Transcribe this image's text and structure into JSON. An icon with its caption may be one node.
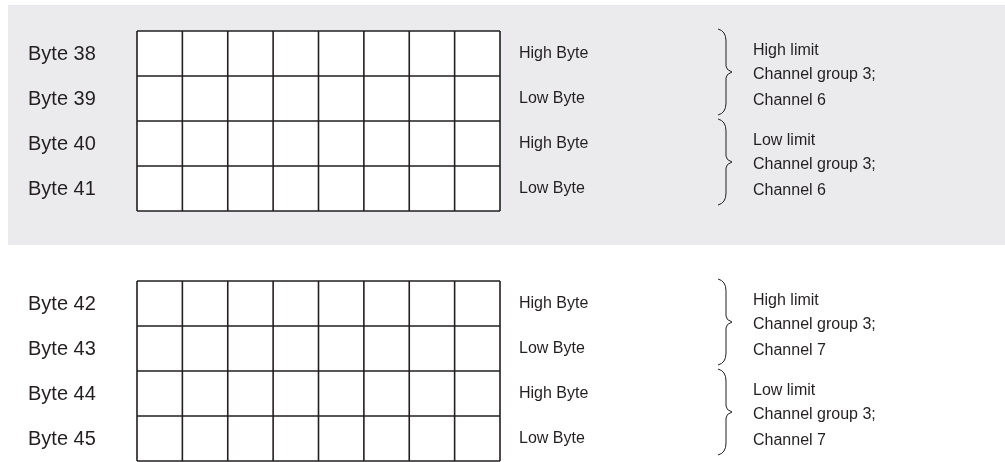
{
  "diagram": {
    "labels": [
      "Byte 38",
      "High Byte",
      "High limit",
      "Channel group 3; Channel 6",
      "Byte 39",
      "Low Byte",
      "Byte 40",
      "High Byte",
      "Low limit",
      "Channel group 3; Channel 6",
      "Byte 41",
      "Low Byte",
      "Byte 42",
      "High Byte",
      "High limit",
      "Channel group 3; Channel 7",
      "Byte 43",
      "Low Byte",
      "Byte 44",
      "High Byte",
      "Low limit",
      "Channel group 3; Channel 7",
      "Byte 45",
      "Low Byte"
    ]
  }
}
